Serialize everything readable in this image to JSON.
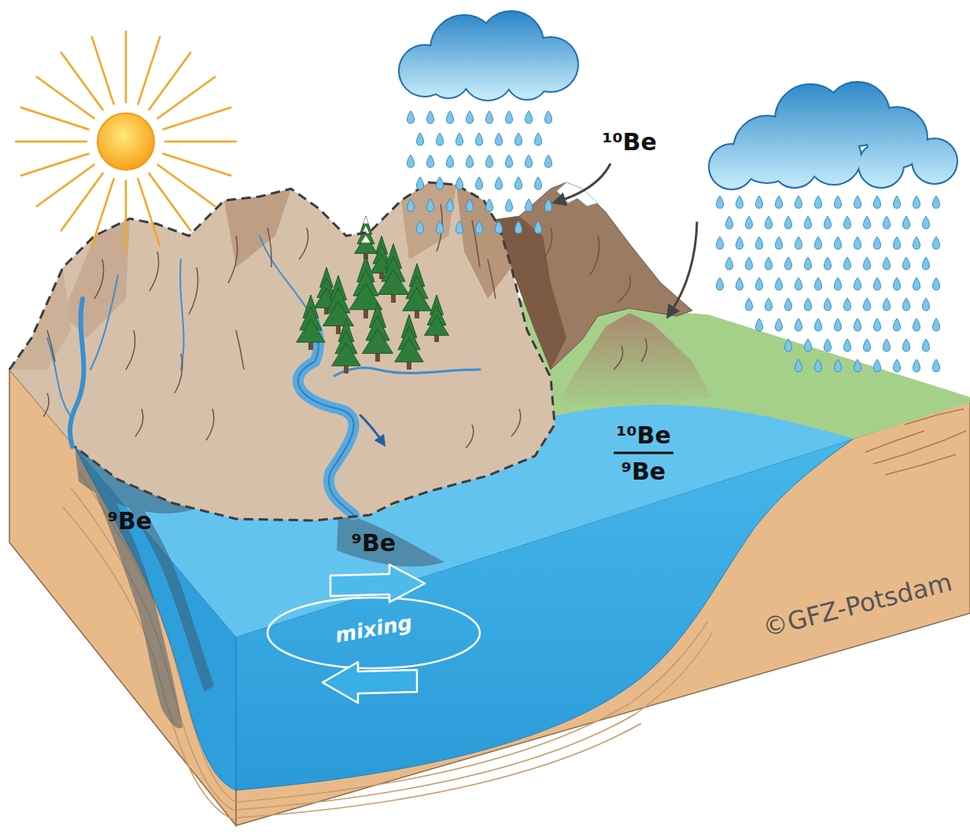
{
  "diagram": {
    "labels": [
      "¹⁰Be",
      "¹⁰Be",
      "⁹Be",
      "⁹Be",
      "⁹Be",
      "mixing",
      "©GFZ-Potsdam"
    ]
  }
}
